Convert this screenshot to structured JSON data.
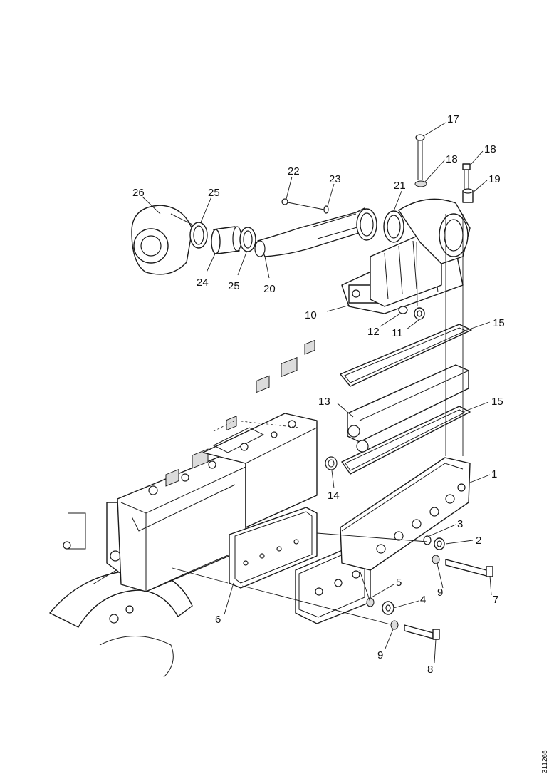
{
  "callouts": {
    "c1": "1",
    "c2": "2",
    "c3": "3",
    "c4": "4",
    "c5": "5",
    "c6": "6",
    "c7": "7",
    "c8": "8",
    "c9a": "9",
    "c9b": "9",
    "c10": "10",
    "c11": "11",
    "c12": "12",
    "c13": "13",
    "c14": "14",
    "c15a": "15",
    "c15b": "15",
    "c17": "17",
    "c18a": "18",
    "c18b": "18",
    "c19": "19",
    "c20": "20",
    "c21": "21",
    "c22": "22",
    "c23": "23",
    "c24": "24",
    "c25a": "25",
    "c25b": "25",
    "c26": "26"
  },
  "doc_id": "311265",
  "colors": {
    "line": "#1a1a1a",
    "background": "#ffffff",
    "shade": "#dcdcdc"
  }
}
